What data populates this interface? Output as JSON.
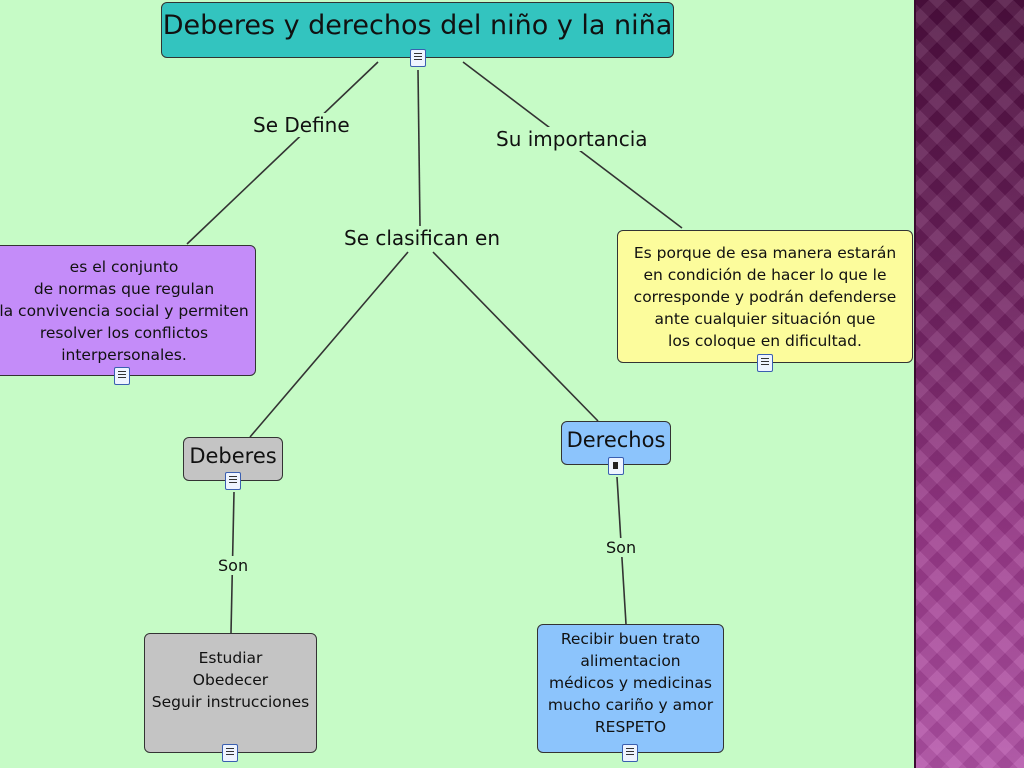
{
  "title": "Deberes y derechos del niño y la niña",
  "links": {
    "se_define": "Se Define",
    "su_importancia": "Su importancia",
    "se_clasifican": "Se clasifican en",
    "son_deberes": "Son",
    "son_derechos": "Son"
  },
  "nodes": {
    "definicion": "es el conjunto\nde normas que regulan\nla convivencia social y permiten\nresolver los conflictos\ninterpersonales.",
    "importancia": "Es porque de esa manera estarán\nen condición de hacer lo que le\ncorresponde y podrán defenderse\nante cualquier situación que\nlos coloque en dificultad.",
    "deberes": "Deberes",
    "derechos": "Derechos",
    "lista_deberes": "Estudiar\nObedecer\nSeguir instrucciones",
    "lista_derechos": "Recibir buen trato\nalimentacion\nmédicos y medicinas\nmucho cariño y amor\nRESPETO"
  },
  "colors": {
    "background": "#c6fbc6",
    "title_node": "#33c4bf",
    "definition_node": "#c48cf9",
    "importance_node": "#fcfc9c",
    "deberes_nodes": "#c4c4c4",
    "derechos_nodes": "#8cc4fc",
    "side_panel": "#6c1f5c"
  },
  "icons": {
    "title": "document-icon",
    "definition": "document-icon",
    "importance": "document-icon",
    "deberes": "document-icon",
    "derechos": "film-icon",
    "lista_deberes": "document-icon",
    "lista_derechos": "document-icon"
  }
}
